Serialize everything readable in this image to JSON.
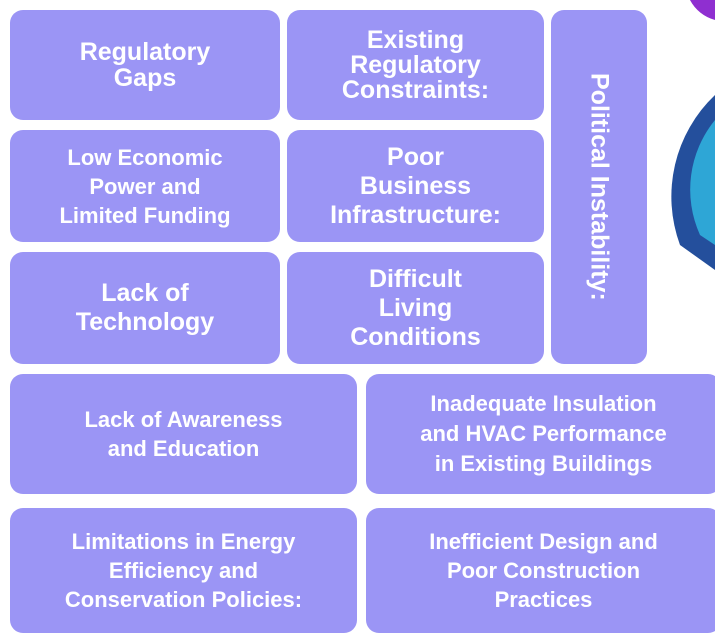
{
  "colors": {
    "tile": "#9b95f5",
    "tile_text": "#ffffff",
    "deco_purple": "#8f2fd0",
    "deco_navy": "#244f9c",
    "deco_cyan": "#2ea6d6"
  },
  "tiles": {
    "regulatory_gaps": "Regulatory\nGaps",
    "existing_regulatory_constraints": "Existing\nRegulatory\nConstraints:",
    "low_economic_power": "Low Economic\nPower and\nLimited Funding",
    "poor_business_infrastructure": "Poor\nBusiness\nInfrastructure:",
    "lack_of_technology": "Lack of\nTechnology",
    "difficult_living_conditions": "Difficult\nLiving\nConditions",
    "political_instability": "Political Instability:",
    "lack_of_awareness": "Lack of Awareness\nand Education",
    "inadequate_insulation": "Inadequate Insulation\nand HVAC Performance\nin Existing Buildings",
    "limitations_energy_efficiency": "Limitations in Energy\nEfficiency and\nConservation Policies:",
    "inefficient_design": "Inefficient Design and\nPoor Construction\nPractices"
  }
}
